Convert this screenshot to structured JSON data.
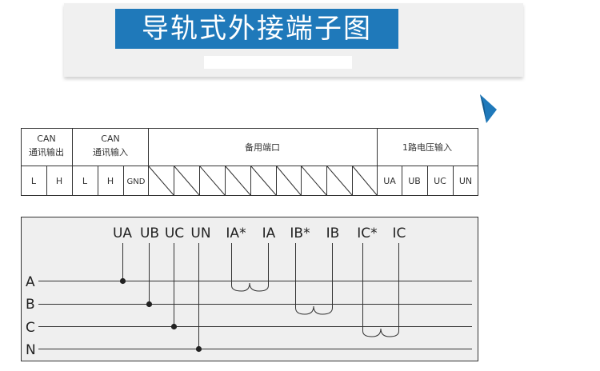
{
  "banner": {
    "title": "导轨式外接端子图"
  },
  "terminal_table": {
    "groups": [
      {
        "line1": "CAN",
        "line2": "通讯输出"
      },
      {
        "line1": "CAN",
        "line2": "通讯输入"
      },
      {
        "label": "备用端口"
      },
      {
        "label": "1路电压输入"
      }
    ],
    "terminals": [
      "L",
      "H",
      "L",
      "H",
      "GND",
      "UA",
      "UB",
      "UC",
      "UN"
    ]
  },
  "wiring": {
    "top_labels": [
      "UA",
      "UB",
      "UC",
      "UN",
      "IA*",
      "IA",
      "IB*",
      "IB",
      "IC*",
      "IC"
    ],
    "line_labels": [
      "A",
      "B",
      "C",
      "N"
    ]
  },
  "colors": {
    "banner_bg": "#f0f0f0",
    "title_bg": "#1f79ba",
    "arrow": "#1f79ba",
    "wiring_bg": "#efefef"
  }
}
